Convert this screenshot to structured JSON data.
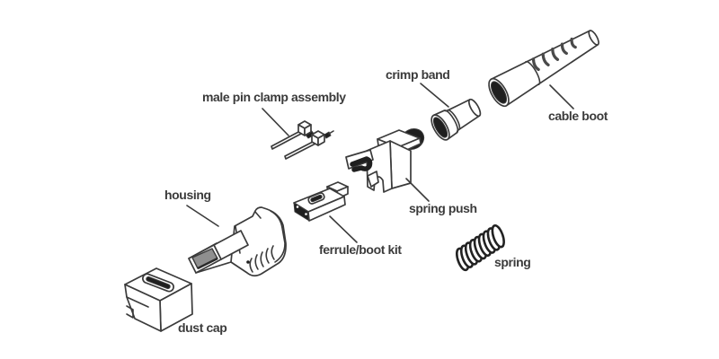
{
  "diagram": {
    "kind": "exploded-parts-diagram",
    "colors": {
      "background": "#ffffff",
      "outline": "#3b3b3b",
      "dark_fill": "#1f1f1f",
      "gray_fill": "#8f8f8f",
      "text": "#3b3b3b"
    },
    "parts": [
      {
        "label": "dust cap"
      },
      {
        "label": "housing"
      },
      {
        "label": "male pin clamp assembly"
      },
      {
        "label": "ferrule/boot kit"
      },
      {
        "label": "spring push"
      },
      {
        "label": "crimp band"
      },
      {
        "label": "spring"
      },
      {
        "label": "cable boot"
      }
    ]
  }
}
